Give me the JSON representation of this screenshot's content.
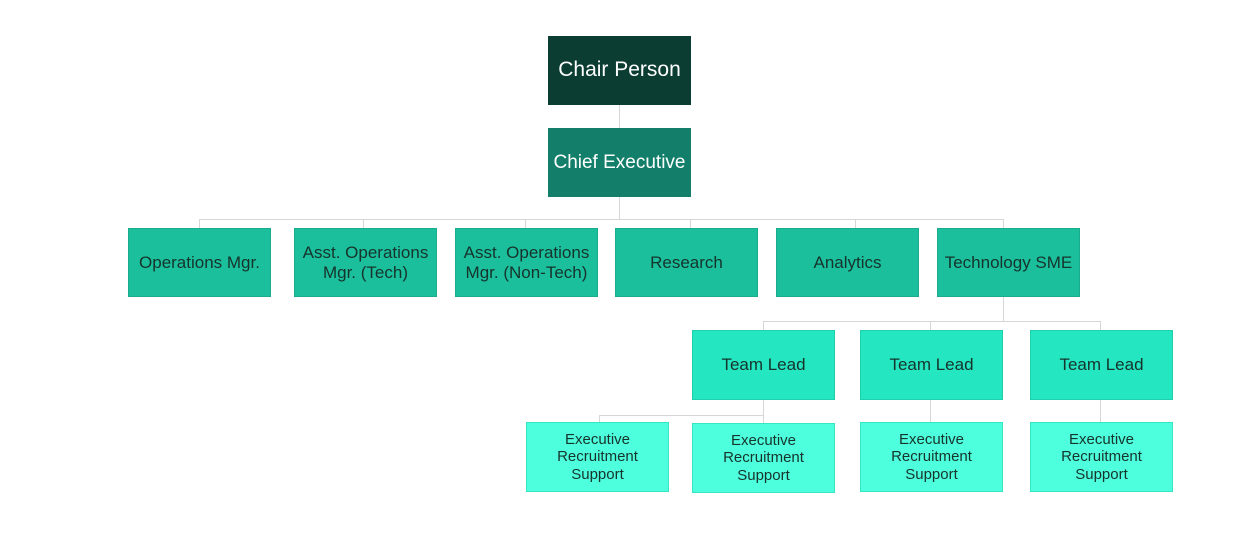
{
  "chair": "Chair Person",
  "chief": "Chief Executive",
  "departments": [
    {
      "line1": "Operations Mgr.",
      "line2": ""
    },
    {
      "line1": "Asst. Operations",
      "line2": "Mgr. (Tech)"
    },
    {
      "line1": "Asst. Operations",
      "line2": "Mgr. (Non-Tech)"
    },
    {
      "line1": "Research",
      "line2": ""
    },
    {
      "line1": "Analytics",
      "line2": ""
    },
    {
      "line1": "Technology SME",
      "line2": ""
    }
  ],
  "team_leads": [
    "Team Lead",
    "Team Lead",
    "Team Lead"
  ],
  "support": [
    {
      "line1": "Executive",
      "line2": "Recruitment",
      "line3": "Support"
    },
    {
      "line1": "Executive",
      "line2": "Recruitment",
      "line3": "Support"
    },
    {
      "line1": "Executive",
      "line2": "Recruitment",
      "line3": "Support"
    },
    {
      "line1": "Executive",
      "line2": "Recruitment",
      "line3": "Support"
    }
  ],
  "colors": {
    "chair": "#0b3d32",
    "chief": "#137f6a",
    "department": "#1bbf9c",
    "team_lead": "#24e6c0",
    "support": "#4effdd",
    "connector": "#d6d6d6"
  }
}
